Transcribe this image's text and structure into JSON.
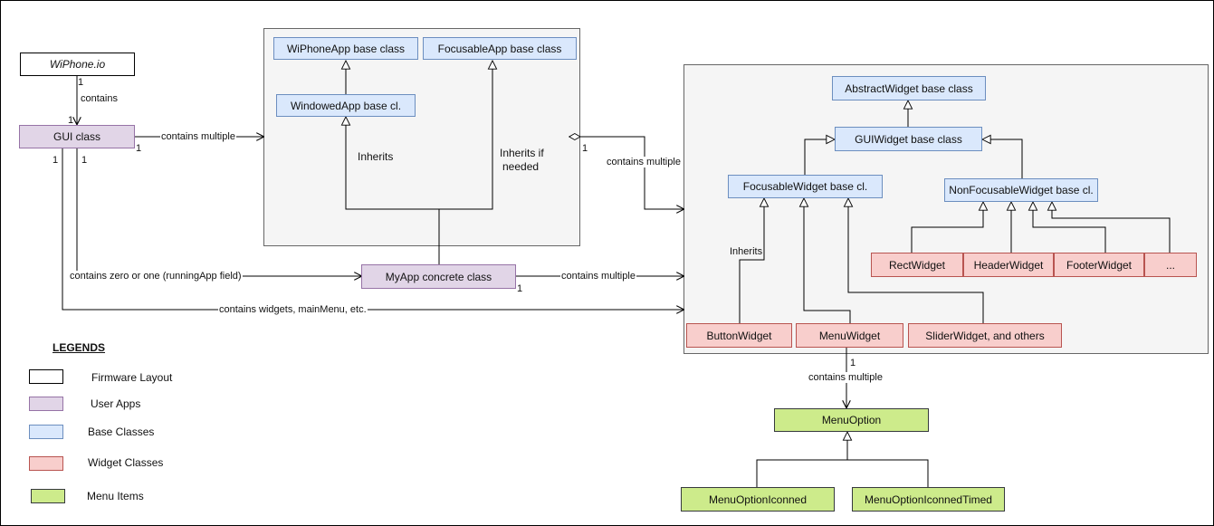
{
  "colors": {
    "firmware": "#ffffff",
    "user_app": "#e1d5e7",
    "base_class": "#dae8fc",
    "widget_class": "#f8cecc",
    "menu_item": "#cdeb8b"
  },
  "nodes": {
    "wiphone_io": "WiPhone.io",
    "gui_class": "GUI class",
    "wiphoneapp": "WiPhoneApp base class",
    "focusableapp": "FocusableApp base class",
    "windowedapp": "WindowedApp base cl.",
    "myapp": "MyApp concrete class",
    "abstractwidget": "AbstractWidget base class",
    "guiwidget": "GUIWidget base class",
    "focusablewidget": "FocusableWidget base cl.",
    "nonfocusablewidget": "NonFocusableWidget base cl.",
    "rectwidget": "RectWidget",
    "headerwidget": "HeaderWidget",
    "footerwidget": "FooterWidget",
    "ellipsis": "...",
    "buttonwidget": "ButtonWidget",
    "menuwidget": "MenuWidget",
    "sliderwidget": "SliderWidget, and others",
    "menuoption": "MenuOption",
    "menuoptioniconned": "MenuOptionIconned",
    "menuoptioniconnedtimed": "MenuOptionIconnedTimed"
  },
  "labels": {
    "contains": "contains",
    "one_a": "1",
    "one_b": "1",
    "contains_multiple_apps": "contains  multiple",
    "one_c": "1",
    "one_d": "1",
    "one_e": "1",
    "inherits_app": "Inherits",
    "inherits_if": "Inherits if",
    "needed": "needed",
    "one_f": "1",
    "contains_multiple_widgets": "contains  multiple",
    "contains_zero_or_one": "contains zero or one (runningApp field)",
    "contains_multiple_myapp": "contains  multiple",
    "one_g": "1",
    "contains_widgets_menu": "contains widgets, mainMenu, etc.",
    "inherits_button": "Inherits",
    "one_h": "1",
    "contains_multiple_menu": "contains  multiple"
  },
  "legend": {
    "title": "LEGENDS",
    "items": [
      {
        "label": "Firmware Layout",
        "color": "#ffffff"
      },
      {
        "label": "User Apps",
        "color": "#e1d5e7"
      },
      {
        "label": "Base Classes",
        "color": "#dae8fc"
      },
      {
        "label": "Widget Classes",
        "color": "#f8cecc"
      },
      {
        "label": "Menu Items",
        "color": "#cdeb8b"
      }
    ]
  }
}
